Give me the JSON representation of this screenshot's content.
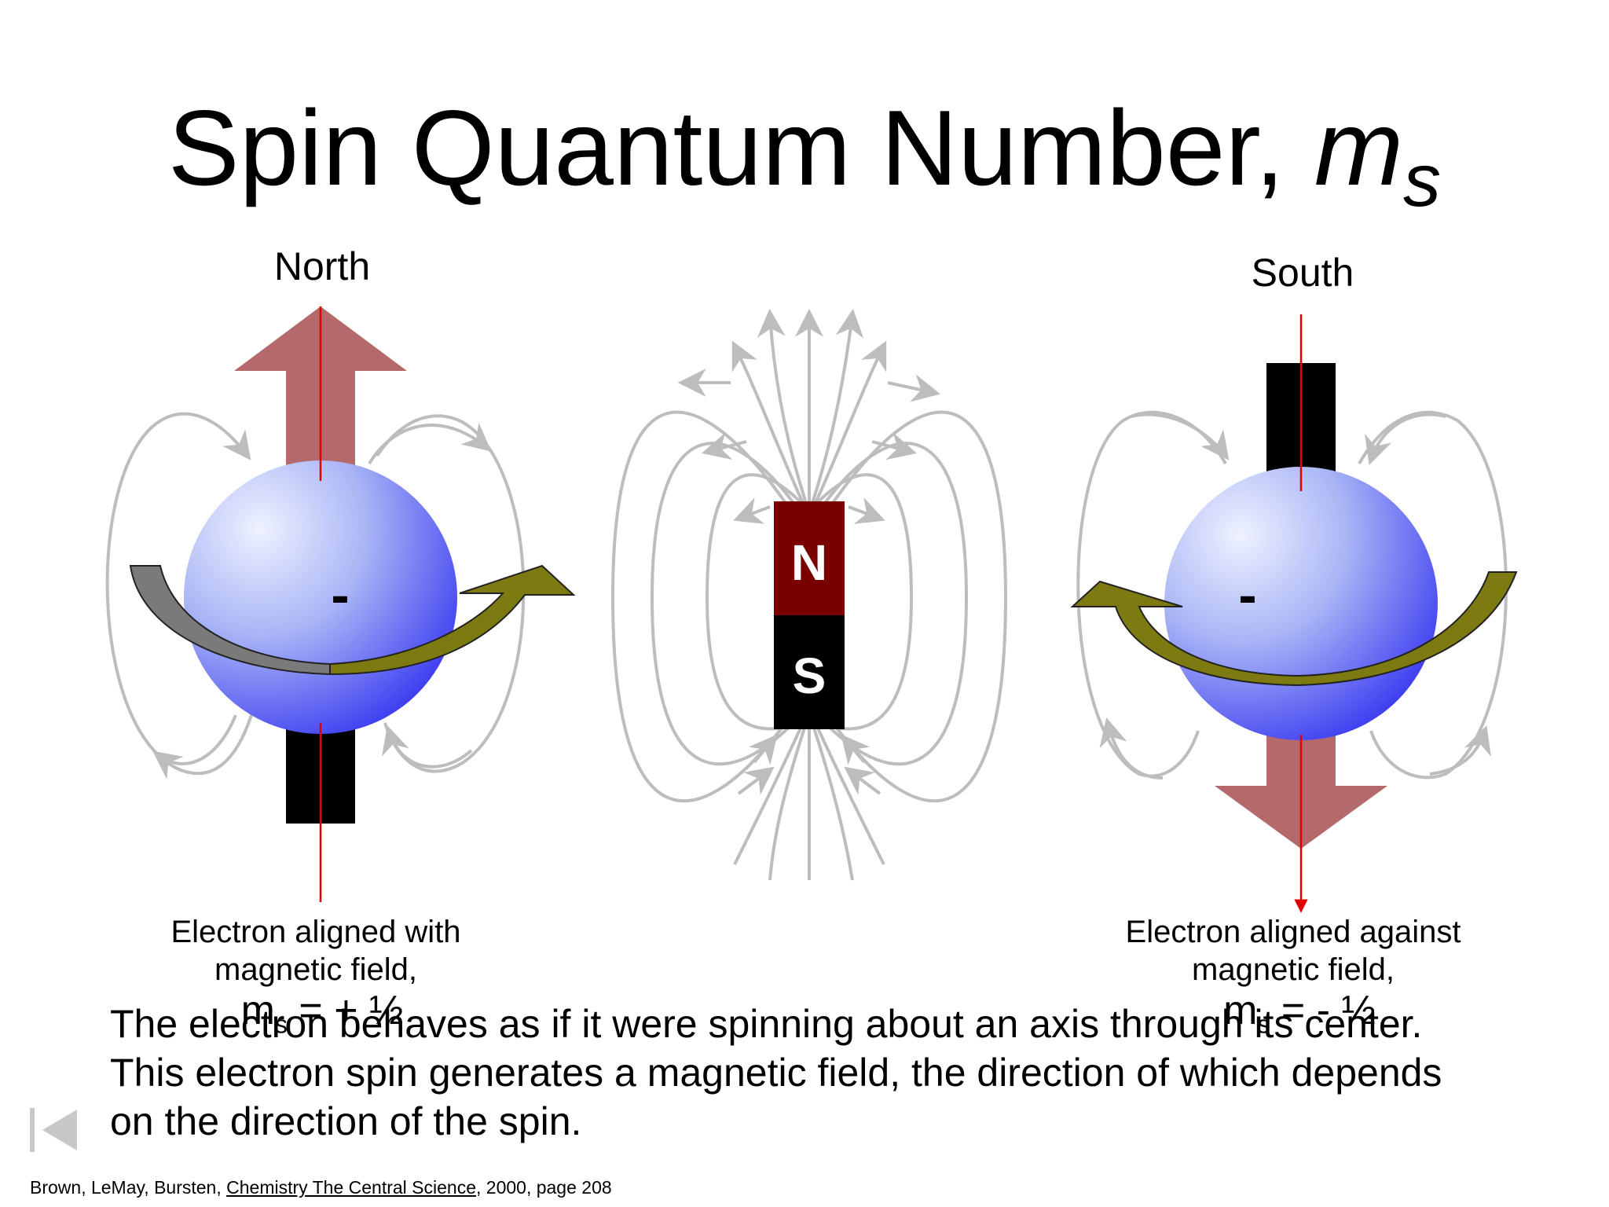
{
  "title": {
    "main": "Spin Quantum Number, ",
    "symbol": "m",
    "subscript": "s"
  },
  "left_electron": {
    "pole_label": "North",
    "charge": "-",
    "caption_line1": "Electron aligned with",
    "caption_line2": "magnetic field,",
    "ms_symbol": "m",
    "ms_sub": "s",
    "ms_value": " = + ½"
  },
  "right_electron": {
    "pole_label": "South",
    "charge": "-",
    "caption_line1": "Electron aligned against",
    "caption_line2": "magnetic field,",
    "ms_symbol": "m",
    "ms_sub": "s",
    "ms_value": " = - ½"
  },
  "bar_magnet": {
    "north_label": "N",
    "south_label": "S"
  },
  "body_text": {
    "line1": "The electron behaves as if it were spinning about an axis through its center.",
    "line2": "This electron spin generates a magnetic field, the direction of which depends",
    "line3": "on the direction of the spin."
  },
  "citation": {
    "authors": "Brown, LeMay, Bursten, ",
    "book": "Chemistry The Central Science",
    "rest": ", 2000, page 208"
  },
  "colors": {
    "field_arrow": "#b46a6a",
    "axis_line": "#e00000",
    "field_lines": "#bdbdbd",
    "north_pole": "#7a0000",
    "south_pole": "#000000",
    "spin_arrow_olive": "#7d7a12",
    "spin_arrow_gray": "#7a7a7a",
    "sphere_light": "#eef2ff",
    "sphere_dark": "#3a3af0"
  },
  "icons": {
    "nav": "first-slide-icon"
  }
}
